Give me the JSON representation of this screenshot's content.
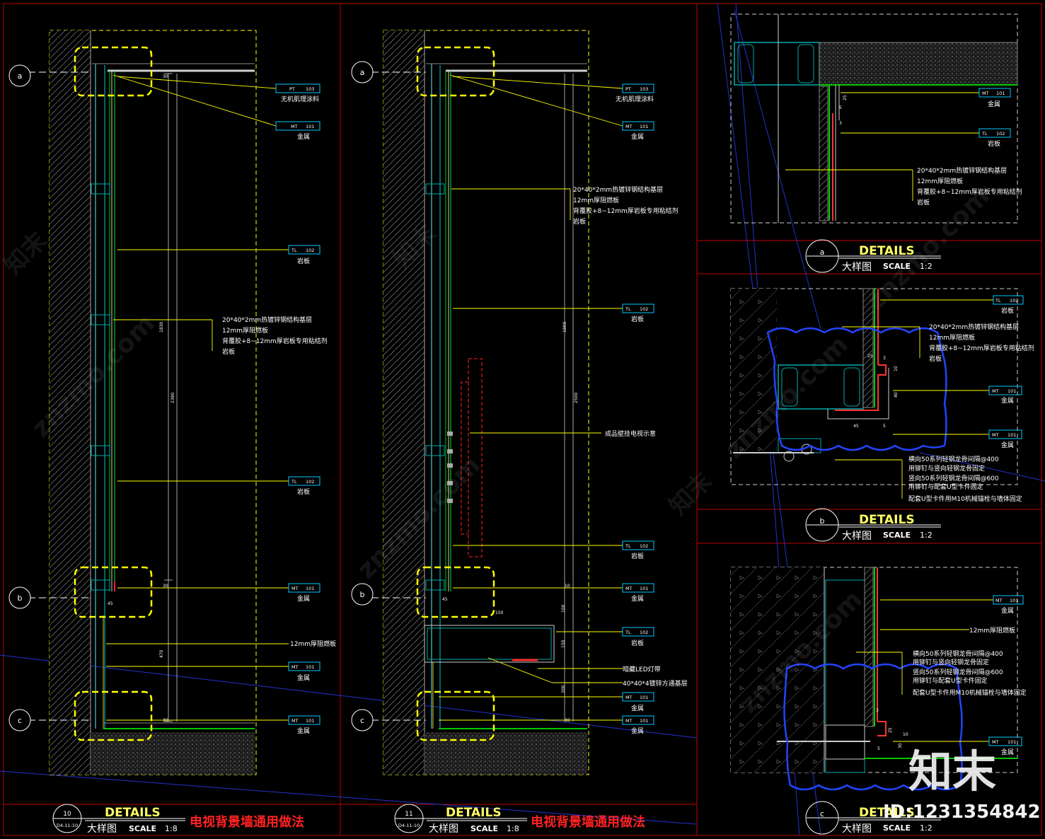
{
  "title_blocks": {
    "d10": {
      "num": "10",
      "ref": "D4-11-10",
      "title": "DETAILS",
      "sub": "大样图",
      "scale_word": "SCALE",
      "scale": "1:8",
      "red": "电视背景墙通用做法"
    },
    "d11": {
      "num": "11",
      "ref": "D4-11-10",
      "title": "DETAILS",
      "sub": "大样图",
      "scale_word": "SCALE",
      "scale": "1:8",
      "red": "电视背景墙通用做法"
    },
    "da": {
      "num": "a",
      "title": "DETAILS",
      "sub": "大样图",
      "scale_word": "SCALE",
      "scale": "1:2"
    },
    "db": {
      "num": "b",
      "title": "DETAILS",
      "sub": "大样图",
      "scale_word": "SCALE",
      "scale": "1:2"
    },
    "dc": {
      "num": "c",
      "title": "DETAILS",
      "sub": "大样图",
      "scale_word": "SCALE",
      "scale": "1:2"
    }
  },
  "markers": {
    "a": "a",
    "b": "b",
    "c": "c"
  },
  "tags": {
    "pt": {
      "code": "PT",
      "num": "103"
    },
    "mt": {
      "code": "MT",
      "num": "101"
    },
    "tl": {
      "code": "TL",
      "num": "102"
    }
  },
  "notes": {
    "paint": "无机肌理涂料",
    "metal": "金属",
    "stone": "岩板",
    "steel_base": "20*40*2mm热镀锌钢结构基层",
    "board12": "12mm厚阻燃板",
    "glue": "背覆胶+8~12mm厚岩板专用粘结剂",
    "tv": "成品壁挂电视示意",
    "led": "暗藏LED灯带",
    "tube": "40*40*4镀锌方通基层",
    "keel_h": "横向50系列轻钢龙骨间隔@400",
    "keel_h2": "用铆钉与竖向轻钢龙骨固定",
    "keel_v": "竖向50系列轻钢龙骨间隔@600",
    "keel_v2": "用铆钉与配套U型卡件固定",
    "ucard": "配套U型卡件用M10机械锚栓与墙体固定"
  },
  "dims": {
    "d30": "30",
    "d1830": "1830",
    "d2390": "2390",
    "d470": "470",
    "d45": "45",
    "d150": "150",
    "d100": "100",
    "d200": "200",
    "d2500": "2500",
    "d1800": "1800",
    "d25": "25",
    "d5": "5",
    "d3": "3",
    "d10": "10",
    "d40": "40"
  },
  "watermark": {
    "brand": "知末",
    "site": "znzmo.com",
    "id": "ID:1231354842"
  }
}
